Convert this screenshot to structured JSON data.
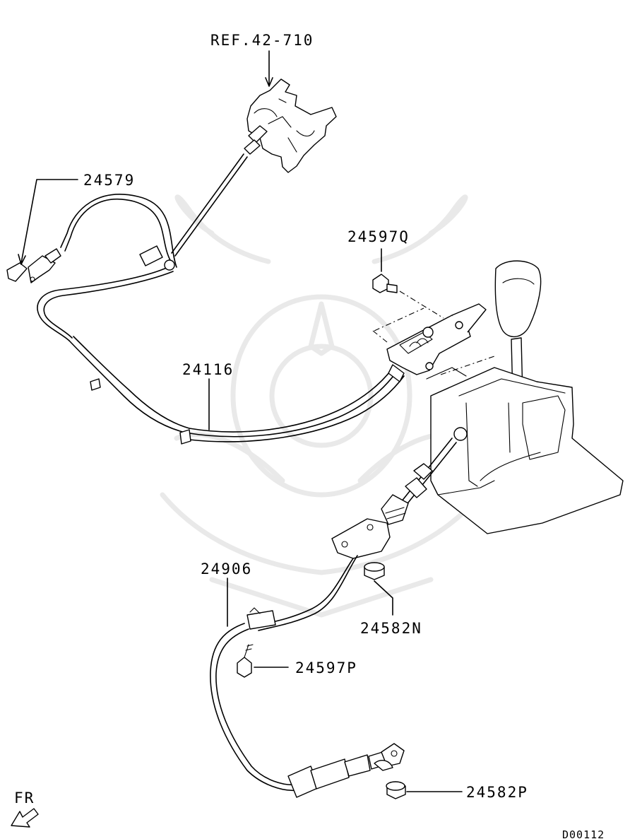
{
  "diagram": {
    "reference_label": "REF.42-710",
    "drawing_code": "D00112",
    "direction_label": "FR",
    "callouts": {
      "c24579": "24579",
      "c24597q": "24597Q",
      "c24116": "24116",
      "c24906": "24906",
      "c24582n": "24582N",
      "c24597p": "24597P",
      "c24582p": "24582P"
    }
  }
}
